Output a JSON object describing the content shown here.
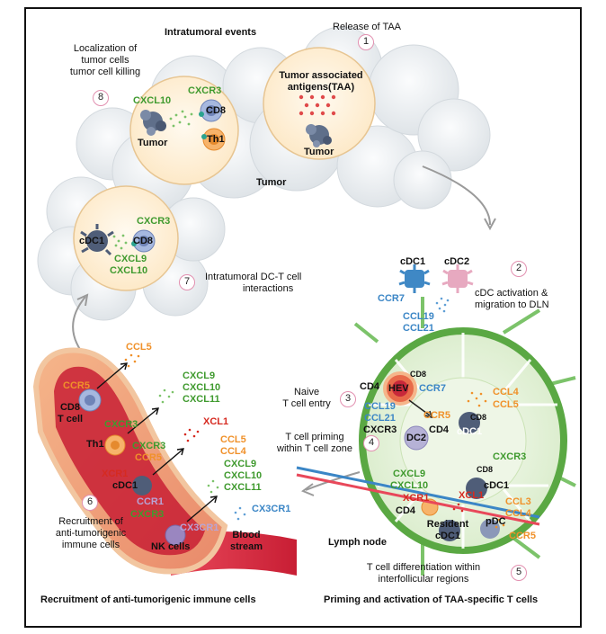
{
  "steps": [
    "1",
    "2",
    "3",
    "4",
    "5",
    "6",
    "7",
    "8"
  ],
  "top": {
    "intratumoral_events": "Intratumoral events",
    "release_taa": "Release of TAA",
    "localization_line1": "Localization of",
    "localization_line2": "tumor cells",
    "localization_line3": "tumor cell killing",
    "tumor_title": "Tumor",
    "taa_line1": "Tumor associated",
    "taa_line2": "antigens(TAA)",
    "circle1_tumor": "Tumor",
    "circle2_tumor": "Tumor",
    "cxcl10": "CXCL10",
    "cxcr3": "CXCR3",
    "cd8": "CD8",
    "th1": "Th1",
    "dc_circle": {
      "cdc1": "cDC1",
      "cd8": "CD8",
      "cxcr3": "CXCR3",
      "cxcl9": "CXCL9",
      "cxcl10": "CXCL10"
    },
    "intratumoral_dc_line1": "Intratumoral DC-T cell",
    "intratumoral_dc_line2": "interactions"
  },
  "migration": {
    "cdc1": "cDC1",
    "cdc2": "cDC2",
    "ccr7": "CCR7",
    "ccl19": "CCL19",
    "ccl21": "CCL21",
    "activation_line1": "cDC activation &",
    "activation_line2": "migration to DLN"
  },
  "lymph": {
    "cd8_hev": "CD8",
    "cd4_hev": "CD4",
    "hev": "HEV",
    "ccr7": "CCR7",
    "ccl4": "CCL4",
    "ccl5": "CCL5",
    "naive_line1": "Naive",
    "naive_line2": "T cell entry",
    "ccl19": "CCL19",
    "ccl21": "CCL21",
    "ccr5": "CCR5",
    "cd8_top": "CD8",
    "cxcr3": "CXCR3",
    "cd4_mid": "CD4",
    "dc2": "DC2",
    "cdc1": "cDC1",
    "priming_line1": "T cell priming",
    "priming_line2": "within T cell zone",
    "cxcr3_b": "CXCR3",
    "cd8_mid": "CD8",
    "cxcl9": "CXCL9",
    "cxcl10": "CXCL10",
    "cdc1_b": "cDC1",
    "xcr1": "XCR1",
    "xcl1": "XCL1",
    "ccl3": "CCL3",
    "ccl4_b": "CCL4",
    "cd4_b": "CD4",
    "pdc": "pDC",
    "resident": "Resident",
    "resident_cdc1": "cDC1",
    "ccr5_b": "CCR5",
    "lymph_node": "Lymph node",
    "diff_line1": "T cell differentiation within",
    "diff_line2": "interfollicular regions"
  },
  "vessel": {
    "ccl5_top": "CCL5",
    "ccr5_a": "CCR5",
    "cd8_line1": "CD8",
    "cd8_line2": "T cell",
    "cxcr3_a": "CXCR3",
    "cxcl9": "CXCL9",
    "cxcl10": "CXCL10",
    "cxcl11": "CXCL11",
    "xcl1": "XCL1",
    "th1": "Th1",
    "cxcr3_b": "CXCR3",
    "ccr5_b": "CCR5",
    "ccl5": "CCL5",
    "ccl4": "CCL4",
    "xcr1": "XCR1",
    "cdc1": "cDC1",
    "ccr1": "CCR1",
    "cxcl9_b": "CXCL9",
    "cxcl10_b": "CXCL10",
    "cxcl11_b": "CXCL11",
    "cxcr3_c": "CXCR3",
    "cx3cr1_a": "CX3CR1",
    "cx3cr1_b": "CX3CR1",
    "nk_cells": "NK cells",
    "blood_line1": "Blood",
    "blood_line2": "stream",
    "recruit_line1": "Recruitment of",
    "recruit_line2": "anti-tumorigenic",
    "recruit_line3": "immune cells"
  },
  "footer": {
    "left": "Recruitment of anti-tumorigenic immune cells",
    "right": "Priming and activation of TAA-specific T cells"
  }
}
